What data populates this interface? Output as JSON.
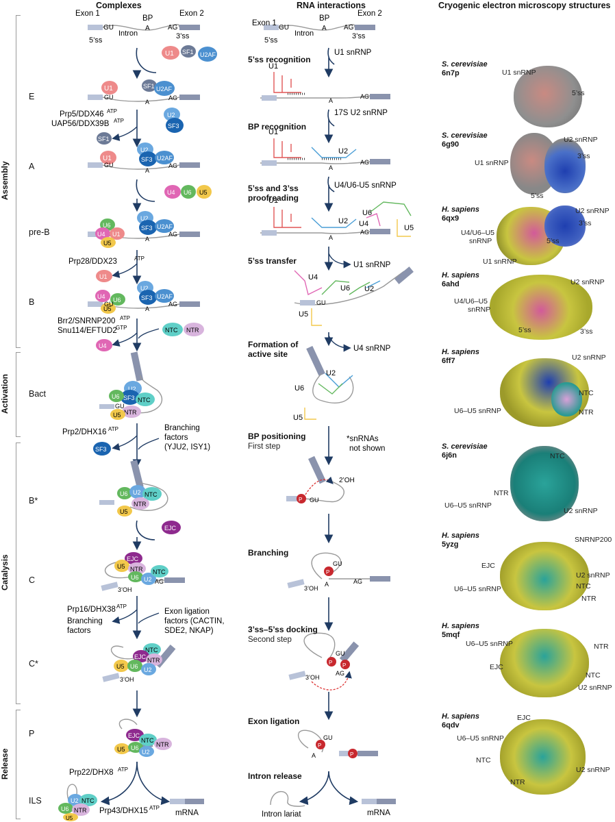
{
  "headers": {
    "complexes": "Complexes",
    "rna": "RNA interactions",
    "cryoem": "Cryogenic electron microscopy structures"
  },
  "phases": {
    "assembly": "Assembly",
    "activation": "Activation",
    "catalysis": "Catalysis",
    "release": "Release"
  },
  "pre_mrna": {
    "exon1": "Exon 1",
    "exon2": "Exon 2",
    "intron": "Intron",
    "bp": "BP",
    "gu": "GU",
    "a": "A",
    "ag": "AG",
    "ss5": "5’ss",
    "ss3": "3’ss",
    "oh3": "3’OH",
    "oh2": "2’OH",
    "p": "P"
  },
  "factors": {
    "u1": "U1",
    "u2": "U2",
    "u4": "U4",
    "u5": "U5",
    "u6": "U6",
    "sf1": "SF1",
    "sf3": "SF3",
    "u2af": "U2AF",
    "ntc": "NTC",
    "ntr": "NTR",
    "ejc": "EJC"
  },
  "states": [
    "E",
    "A",
    "pre-B",
    "B",
    "Bact",
    "B*",
    "C",
    "C*",
    "P",
    "ILS"
  ],
  "helicases": {
    "prp5": "Prp5/DDX46",
    "uap56": "UAP56/DDX39B",
    "prp28": "Prp28/DDX23",
    "brr2": "Brr2/SNRNP200",
    "snu114": "Snu114/EFTUD2",
    "prp2": "Prp2/DHX16",
    "prp16": "Prp16/DHX38",
    "prp22": "Prp22/DHX8",
    "prp43": "Prp43/DHX15",
    "atp": "ATP",
    "gtp": "GTP"
  },
  "annotations": {
    "branching_factors": [
      "Branching",
      "factors",
      "(YJU2, ISY1)"
    ],
    "branching_factors_out": [
      "Branching",
      "factors"
    ],
    "exon_ligation_factors": [
      "Exon ligation",
      "factors (CACTIN,",
      "SDE2, NKAP)"
    ],
    "mrna": "mRNA",
    "intron_lariat": "Intron lariat",
    "snrna_note": [
      "*snRNAs",
      "not shown"
    ]
  },
  "rna_steps": {
    "ss5_recognition": "5’ss recognition",
    "bp_recognition": "BP recognition",
    "proofreading": [
      "5’ss and 3’ss",
      "proofreading"
    ],
    "ss5_transfer": "5’ss transfer",
    "active_site": [
      "Formation of",
      "active site"
    ],
    "bp_positioning": "BP positioning",
    "first_step": "First step",
    "branching": "Branching",
    "docking": "3’ss–5’ss docking",
    "second_step": "Second step",
    "exon_ligation": "Exon ligation",
    "intron_release": "Intron release"
  },
  "rna_events": {
    "u1_in": "U1 snRNP",
    "u2_in": "17S U2 snRNP",
    "tri_in": "U4/U6-U5 snRNP",
    "u1_out": "U1 snRNP",
    "u4_out": "U4 snRNP"
  },
  "structures": [
    {
      "species": "S. cerevisiae",
      "pdb": "6n7p",
      "labels": [
        "U1 snRNP",
        "5’ss"
      ]
    },
    {
      "species": "S. cerevisiae",
      "pdb": "6g90",
      "labels": [
        "U2 snRNP",
        "3’ss",
        "U1 snRNP",
        "5’ss"
      ]
    },
    {
      "species": "H. sapiens",
      "pdb": "6qx9",
      "labels": [
        "U2 snRNP",
        "3’ss",
        "U4/U6–U5",
        "snRNP",
        "5’ss",
        "U1 snRNP"
      ]
    },
    {
      "species": "H. sapiens",
      "pdb": "6ahd",
      "labels": [
        "U2 snRNP",
        "U4/U6–U5",
        "snRNP",
        "5’ss",
        "3’ss"
      ]
    },
    {
      "species": "H. sapiens",
      "pdb": "6ff7",
      "labels": [
        "U2 snRNP",
        "NTC",
        "U6–U5 snRNP",
        "NTR"
      ]
    },
    {
      "species": "S. cerevisiae",
      "pdb": "6j6n",
      "labels": [
        "NTC",
        "NTR",
        "U6–U5 snRNP",
        "U2 snRNP"
      ]
    },
    {
      "species": "H. sapiens",
      "pdb": "5yzg",
      "labels": [
        "SNRNP200",
        "EJC",
        "U2 snRNP",
        "NTC",
        "U6–U5 snRNP",
        "NTR"
      ]
    },
    {
      "species": "H. sapiens",
      "pdb": "5mqf",
      "labels": [
        "U6–U5 snRNP",
        "NTR",
        "EJC",
        "NTC",
        "U2 snRNP"
      ]
    },
    {
      "species": "H. sapiens",
      "pdb": "6qdv",
      "labels": [
        "EJC",
        "U6–U5 snRNP",
        "NTC",
        "U2 snRNP",
        "NTR"
      ]
    }
  ],
  "colors": {
    "u1": "#ee8a8a",
    "u2": "#6aa8e0",
    "sf3": "#1a64b0",
    "u2af": "#4b90d0",
    "sf1": "#6c7a96",
    "u4": "#e066b4",
    "u6": "#63b85e",
    "u5": "#f2c84b",
    "ntc": "#5fcfc7",
    "ntr": "#d8b4dd",
    "ejc": "#8e2a8e",
    "exon": "#8a93ad",
    "arrow": "#1f3b63",
    "phosphate": "#c8282e"
  }
}
